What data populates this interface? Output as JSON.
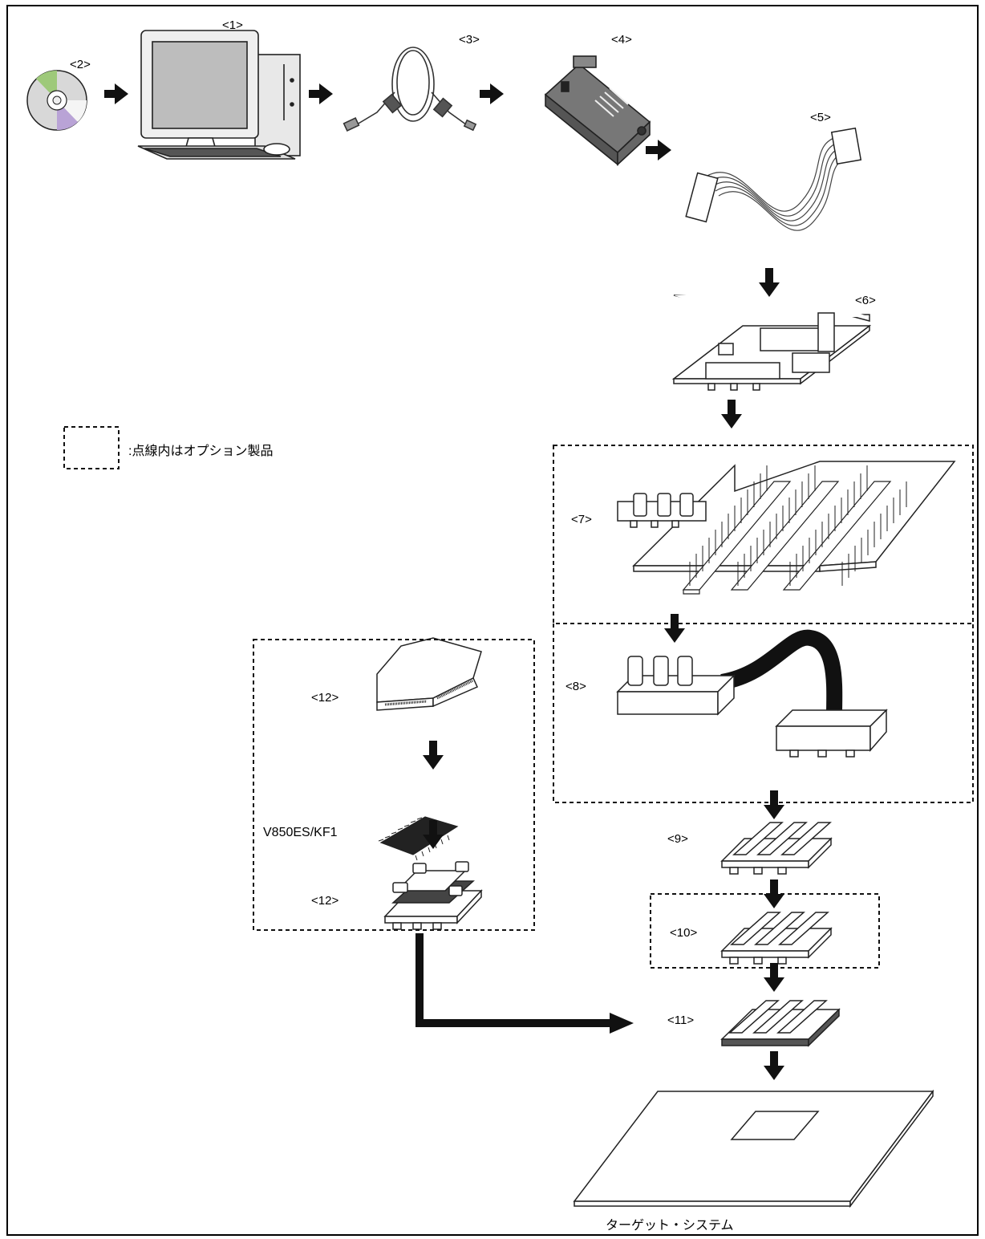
{
  "labels": {
    "n1": "<1>",
    "n2": "<2>",
    "n3": "<3>",
    "n4": "<4>",
    "n5": "<5>",
    "n6": "<6>",
    "n7": "<7>",
    "n8": "<8>",
    "n9": "<9>",
    "n10": "<10>",
    "n11": "<11>",
    "n12a": "<12>",
    "n12b": "<12>"
  },
  "legend": {
    "text": ":点線内はオプション製品"
  },
  "device_label": "V850ES/KF1",
  "target_label": "ターゲット・システム",
  "icons": [
    "cd-icon",
    "pc-icon",
    "usb-cable-icon",
    "emulator-icon",
    "ribbon-cable-icon",
    "interface-board-icon",
    "pin-adapter-board-icon",
    "extension-cable-icon",
    "socket-adapter-icon",
    "ic-chip-icon",
    "target-board-icon",
    "arrow-icon"
  ]
}
